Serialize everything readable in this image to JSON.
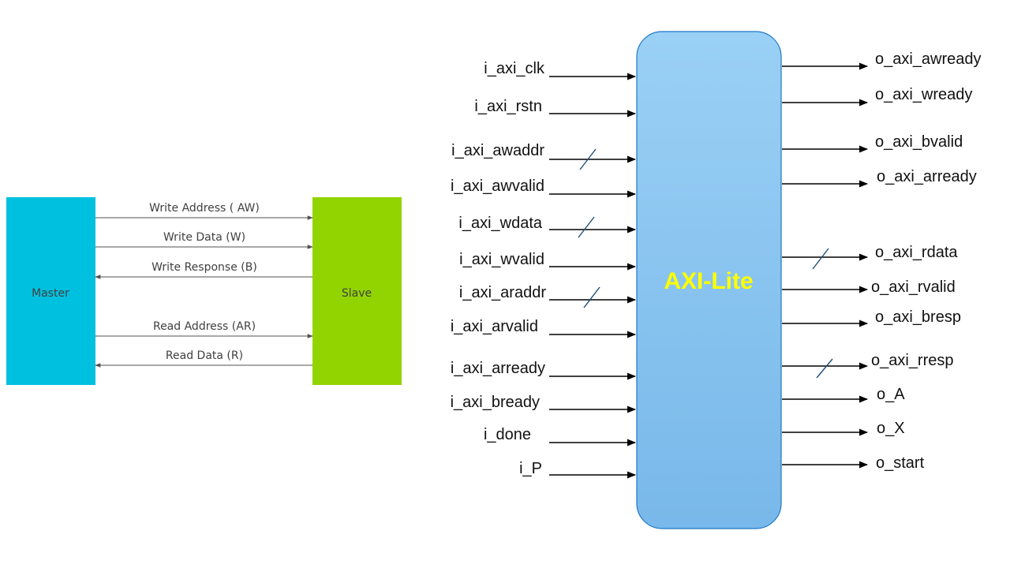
{
  "colors": {
    "master": "#00c0df",
    "slave": "#92d400",
    "axi_block_top": "#9ad0f5",
    "axi_block_bottom": "#78b8ea",
    "axi_block_border": "#1f78c8",
    "axi_title": "#ffff00",
    "bus_slash": "#1f4e79"
  },
  "master": {
    "label": "Master"
  },
  "slave": {
    "label": "Slave"
  },
  "channels": [
    {
      "label": "Write Address ( AW)",
      "direction": "to-slave"
    },
    {
      "label": "Write Data (W)",
      "direction": "to-slave"
    },
    {
      "label": "Write Response (B)",
      "direction": "to-master"
    },
    {
      "label": "Read Address (AR)",
      "direction": "to-slave"
    },
    {
      "label": "Read Data (R)",
      "direction": "to-master"
    }
  ],
  "axi_block": {
    "title": "AXI-Lite"
  },
  "inputs": [
    {
      "name": "i_axi_clk",
      "bus": false
    },
    {
      "name": "i_axi_rstn",
      "bus": false
    },
    {
      "name": "i_axi_awaddr",
      "bus": true
    },
    {
      "name": "i_axi_awvalid",
      "bus": false
    },
    {
      "name": "i_axi_wdata",
      "bus": true
    },
    {
      "name": "i_axi_wvalid",
      "bus": false
    },
    {
      "name": "i_axi_araddr",
      "bus": true
    },
    {
      "name": "i_axi_arvalid",
      "bus": false
    },
    {
      "name": "i_axi_arready",
      "bus": false
    },
    {
      "name": "i_axi_bready",
      "bus": false
    },
    {
      "name": "i_done",
      "bus": false
    },
    {
      "name": "i_P",
      "bus": false
    }
  ],
  "outputs": [
    {
      "name": "o_axi_awready",
      "bus": false
    },
    {
      "name": "o_axi_wready",
      "bus": false
    },
    {
      "name": "o_axi_bvalid",
      "bus": false
    },
    {
      "name": "o_axi_arready",
      "bus": false
    },
    {
      "name": "o_axi_rdata",
      "bus": true
    },
    {
      "name": "o_axi_rvalid",
      "bus": false
    },
    {
      "name": "o_axi_bresp",
      "bus": false
    },
    {
      "name": "o_axi_rresp",
      "bus": true
    },
    {
      "name": "o_A",
      "bus": false
    },
    {
      "name": "o_X",
      "bus": false
    },
    {
      "name": "o_start",
      "bus": false
    }
  ]
}
